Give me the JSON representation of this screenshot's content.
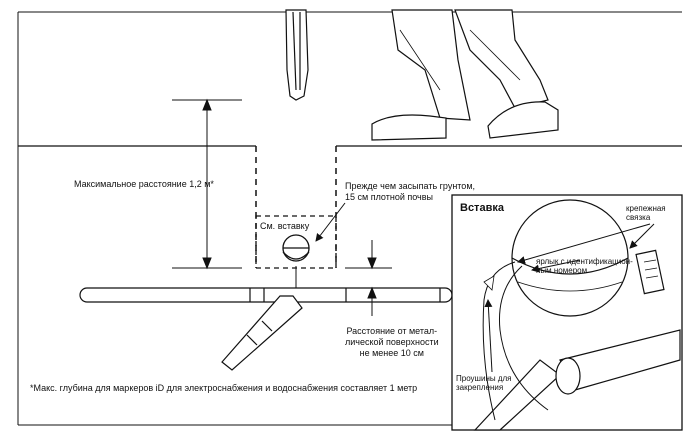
{
  "labels": {
    "max_distance": "Максимальное расстояние 1,2 м*",
    "before_backfill_line1": "Прежде чем засыпать грунтом,",
    "before_backfill_line2": "15 см плотной почвы",
    "see_insert": "См. вставку",
    "metal_distance_line1": "Расстояние от метал-",
    "metal_distance_line2": "лической поверхности",
    "metal_distance_line3": "не менее 10 см",
    "footnote": "*Макс. глубина для маркеров iD для электроснабжения и водоснабжения составляет 1 метр"
  },
  "inset": {
    "title": "Вставка",
    "tie_line1": "крепежная",
    "tie_line2": "связка",
    "id_tag_line1": "ярлык с идентификацион-",
    "id_tag_line2": "ным номером",
    "loops_line1": "Проушины для",
    "loops_line2": "закрепления"
  },
  "colors": {
    "line": "#111111",
    "pipe_fill": "#ffffff",
    "ball_fill": "#f2f2f2"
  }
}
